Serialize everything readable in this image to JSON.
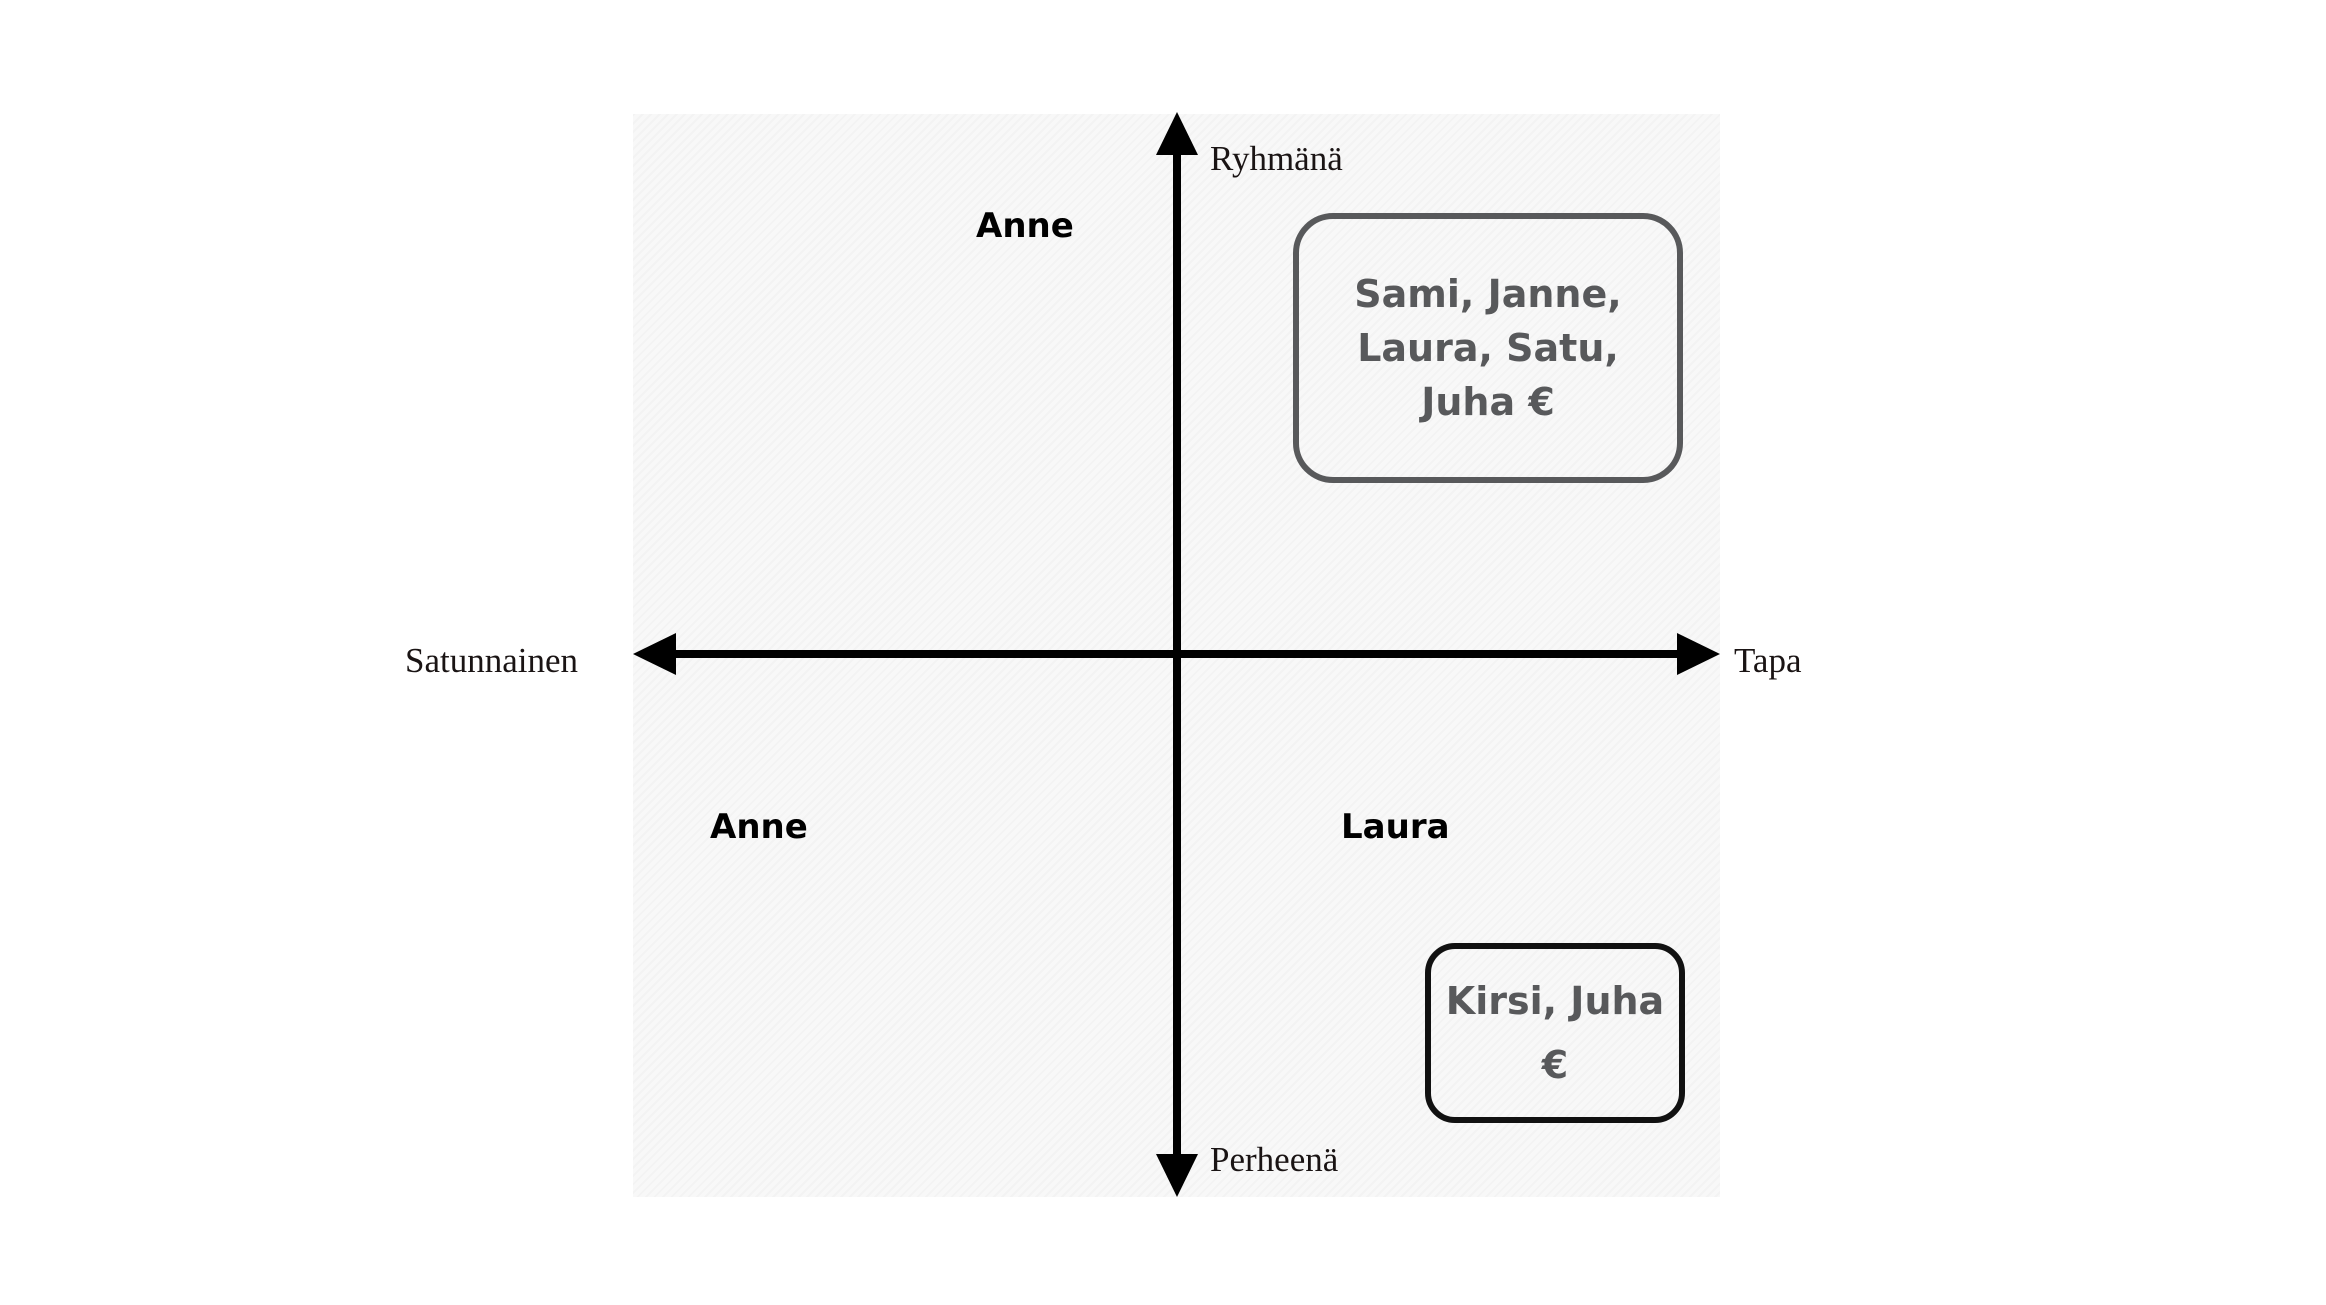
{
  "axes": {
    "top_label": "Ryhmänä",
    "bottom_label": "Perheenä",
    "left_label": "Satunnainen",
    "right_label": "Tapa"
  },
  "quadrants": {
    "top_left_name": "Anne",
    "bottom_left_name": "Anne",
    "bottom_right_name": "Laura"
  },
  "boxes": {
    "group_box_text": "Sami, Janne, Laura, Satu, Juha €",
    "family_box_text": "Kirsi, Juha €"
  },
  "colors": {
    "axis": "#000000",
    "panel_background": "#f8f8f8",
    "group_box_border": "#58595b",
    "family_box_border": "#111111",
    "box_text": "#58595b"
  }
}
